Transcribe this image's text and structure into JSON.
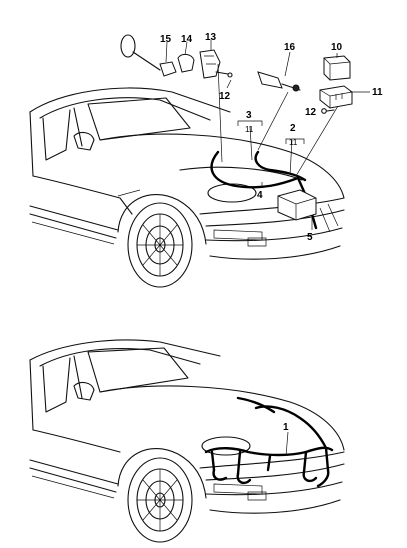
{
  "callouts": {
    "c1": "1",
    "c2": "2",
    "c2_sub": "11",
    "c3": "3",
    "c3_sub": "11",
    "c4": "4",
    "c5": "5",
    "c10": "10",
    "c11": "11",
    "c12a": "12",
    "c12b": "12",
    "c13": "13",
    "c14": "14",
    "c15": "15",
    "c16": "16"
  }
}
